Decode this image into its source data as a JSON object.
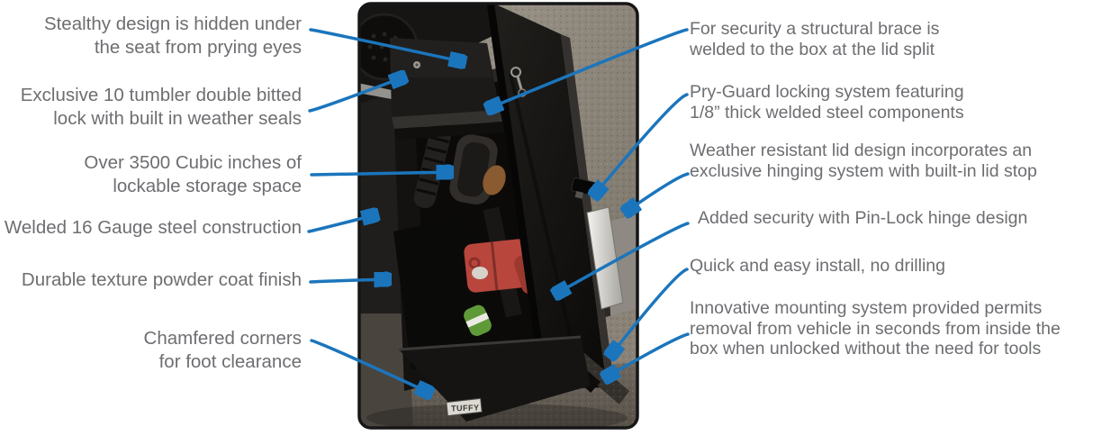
{
  "colors": {
    "background": "#ffffff",
    "text": "#6d6e71",
    "arrow": "#1b75bc",
    "photo_border": "#161616"
  },
  "photo": {
    "brand_label": "TUFFY"
  },
  "callouts": {
    "left": [
      {
        "id": "stealthy",
        "text": "Stealthy design is hidden under\nthe seat from prying eyes"
      },
      {
        "id": "lock",
        "text": "Exclusive 10 tumbler double bitted\nlock with built in weather seals"
      },
      {
        "id": "storage",
        "text": "Over 3500 Cubic inches of\nlockable storage space"
      },
      {
        "id": "welded",
        "text": "Welded 16 Gauge steel construction"
      },
      {
        "id": "finish",
        "text": "Durable texture powder coat finish"
      },
      {
        "id": "chamfered",
        "text": "Chamfered corners\nfor foot clearance"
      }
    ],
    "right": [
      {
        "id": "brace",
        "text": "For security a structural brace is\nwelded to the box at the lid split"
      },
      {
        "id": "pryguard",
        "text": "Pry-Guard locking system featuring\n1/8” thick welded steel components"
      },
      {
        "id": "weather",
        "text": "Weather resistant lid design incorporates an\nexclusive hinging system with built-in lid stop"
      },
      {
        "id": "pinlock",
        "text": "Added security with Pin-Lock hinge design"
      },
      {
        "id": "install",
        "text": "Quick and easy install, no drilling"
      },
      {
        "id": "mounting",
        "text": "Innovative mounting system provided permits\nremoval from vehicle in seconds from inside the\nbox when unlocked without the need for tools"
      }
    ]
  }
}
